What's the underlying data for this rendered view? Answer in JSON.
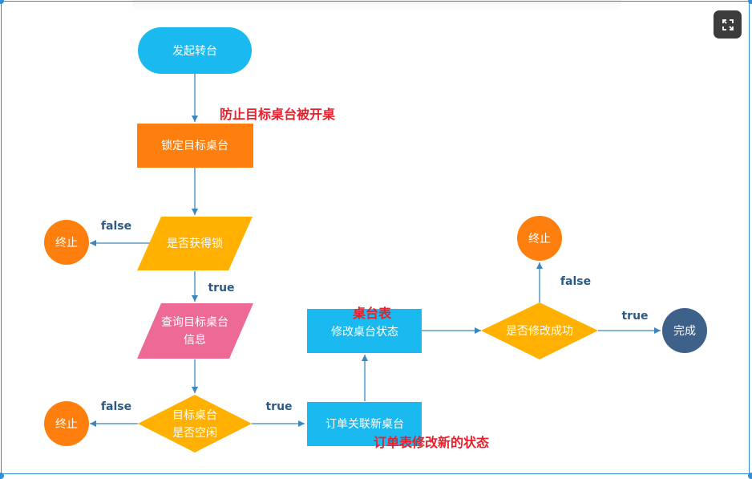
{
  "nodes": {
    "start": {
      "label": "发起转台",
      "color": "#1ab9f0"
    },
    "lock": {
      "label": "锁定目标桌台",
      "color": "#fe7f0d"
    },
    "got_lock": {
      "label": "是否获得锁",
      "color": "#ffb000"
    },
    "end1": {
      "label": "终止",
      "color": "#fe7f0d"
    },
    "query": {
      "lines": [
        "查询目标桌台",
        "信息"
      ],
      "color": "#ee6a96"
    },
    "is_free": {
      "lines": [
        "目标桌台",
        "是否空闲"
      ],
      "color": "#ffb000"
    },
    "end2": {
      "label": "终止",
      "color": "#fe7f0d"
    },
    "link": {
      "label": "订单关联新桌台",
      "color": "#1ab9f0"
    },
    "modify": {
      "label": "修改桌台状态",
      "color": "#1ab9f0"
    },
    "success": {
      "label": "是否修改成功",
      "color": "#ffb000"
    },
    "end3": {
      "label": "终止",
      "color": "#fe7f0d"
    },
    "done": {
      "label": "完成",
      "color": "#3d6189"
    }
  },
  "edges": {
    "false1": "false",
    "true1": "true",
    "false2": "false",
    "true2": "true",
    "false3": "false",
    "true3": "true"
  },
  "annotations": {
    "lock_note": "防止目标桌台被开桌",
    "table_note": "桌台表",
    "order_note": "订单表修改新的状态"
  },
  "colors": {
    "edge": "#3a86c0",
    "border": "#2f8fd8",
    "annotation": "#e8202c"
  },
  "icons": {
    "expand": "expand-icon"
  }
}
